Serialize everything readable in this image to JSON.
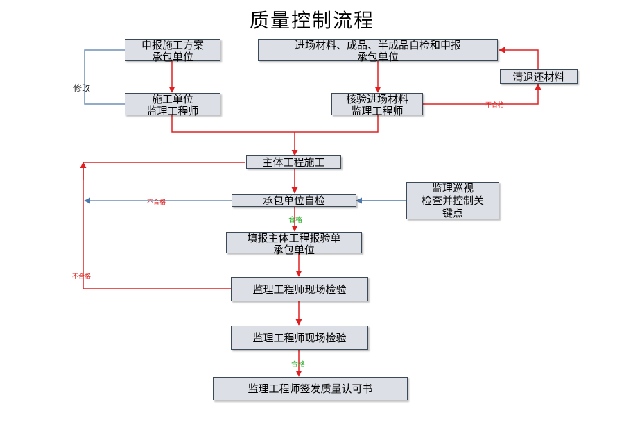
{
  "title": "质量控制流程",
  "boxes": {
    "plan": {
      "line1": "申报施工方案",
      "line2": "承包单位"
    },
    "construct": {
      "line1": "施工单位",
      "line2": "监理工程师"
    },
    "materials_report": {
      "line1": "进场材料、成品、半成品自检和申报",
      "line2": "承包单位"
    },
    "verify_materials": {
      "line1": "核验进场材料",
      "line2": "监理工程师"
    },
    "return_materials": {
      "text": "清退还材料"
    },
    "main_construction": {
      "text": "主体工程施工"
    },
    "self_check": {
      "text": "承包单位自检"
    },
    "patrol": {
      "line1": "监理巡视",
      "line2": "检查并控制关",
      "line3": "键点"
    },
    "fill_report": {
      "line1": "填报主体工程报验单",
      "line2": "承包单位"
    },
    "site_check_1": {
      "text": "监理工程师现场检验"
    },
    "site_check_2": {
      "text": "监理工程师现场检验"
    },
    "certificate": {
      "text": "监理工程师签发质量认可书"
    }
  },
  "labels": {
    "modify": "修改",
    "fail_materials": "不合格",
    "fail_selfcheck": "不合格",
    "fail_site": "不合格",
    "pass_selfcheck": "合格",
    "pass_final": "合格"
  },
  "colors": {
    "box_fill": "#dcdfe6",
    "box_border": "#3c4a57",
    "red_line": "#e02020",
    "blue_line": "#6f8fb5",
    "pass_text": "#22aa22",
    "fail_text": "#dd2222"
  }
}
